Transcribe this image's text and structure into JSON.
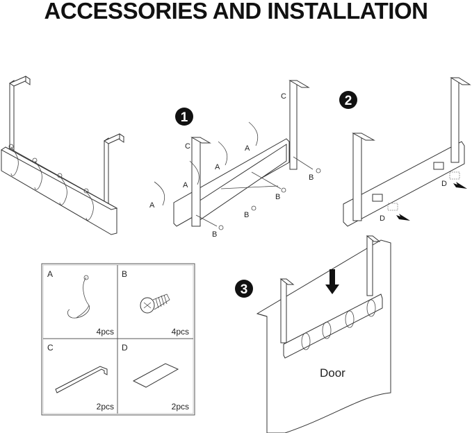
{
  "title": "ACCESSORIES AND INSTALLATION",
  "steps": [
    {
      "number": "1",
      "labels": {
        "hook": "A",
        "screw": "B",
        "bracket": "C"
      }
    },
    {
      "number": "2",
      "labels": {
        "pad": "D"
      }
    },
    {
      "number": "3",
      "door_label": "Door"
    }
  ],
  "parts": [
    {
      "letter": "A",
      "name": "hook",
      "quantity": "4pcs"
    },
    {
      "letter": "B",
      "name": "screw",
      "quantity": "4pcs"
    },
    {
      "letter": "C",
      "name": "over-door bracket",
      "quantity": "2pcs"
    },
    {
      "letter": "D",
      "name": "felt pad",
      "quantity": "2pcs"
    }
  ],
  "colors": {
    "badge": "#111111",
    "line": "#333333",
    "background": "#ffffff"
  }
}
